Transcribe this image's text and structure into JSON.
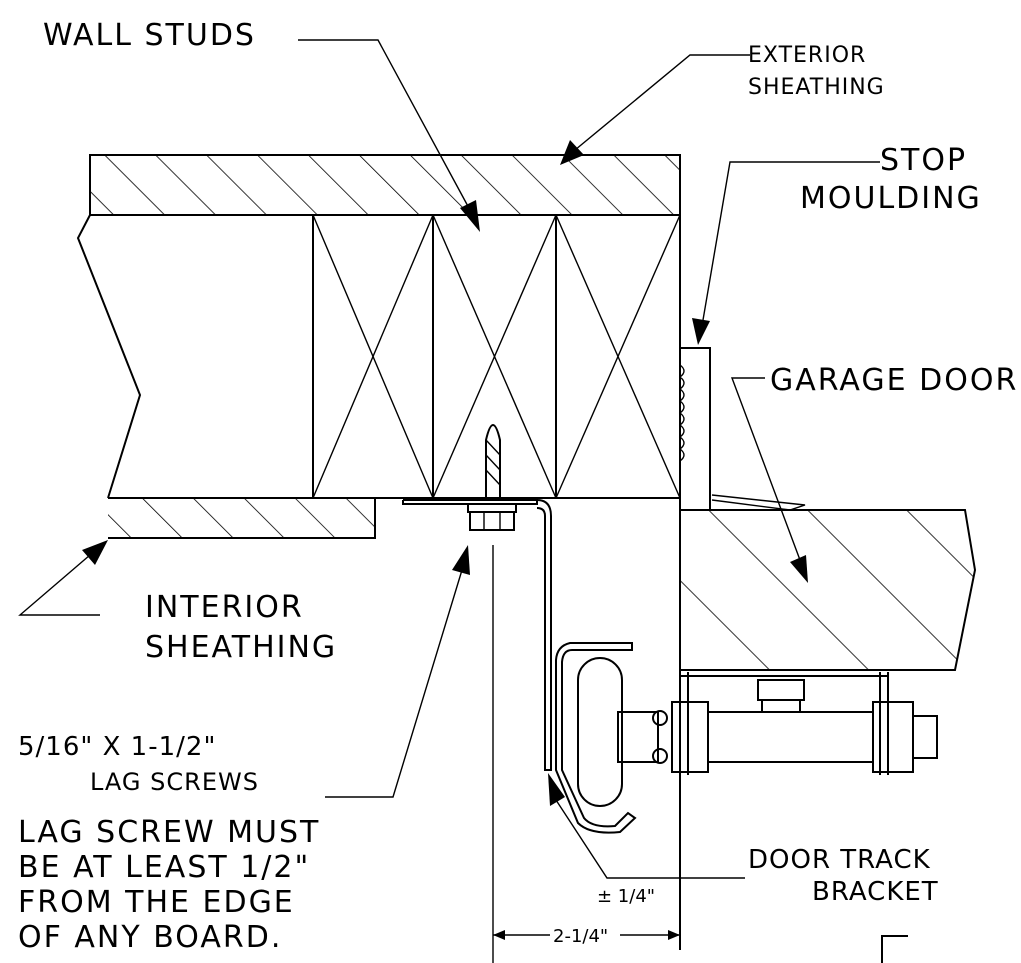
{
  "labels": {
    "wall_studs": "WALL STUDS",
    "exterior_sheathing_1": "EXTERIOR",
    "exterior_sheathing_2": "SHEATHING",
    "stop_moulding_1": "STOP",
    "stop_moulding_2": "MOULDING",
    "garage_door": "GARAGE DOOR",
    "interior_sheathing_1": "INTERIOR",
    "interior_sheathing_2": "SHEATHING",
    "lag_screws_1": "5/16\" X 1-1/2\"",
    "lag_screws_2": "LAG SCREWS",
    "note_1": "LAG SCREW MUST",
    "note_2": "BE AT LEAST 1/2\"",
    "note_3": "FROM THE EDGE",
    "note_4": "OF ANY BOARD.",
    "door_track_1": "DOOR TRACK",
    "door_track_2": "BRACKET",
    "tolerance": "± 1/4\"",
    "dimension": "2-1/4\""
  }
}
